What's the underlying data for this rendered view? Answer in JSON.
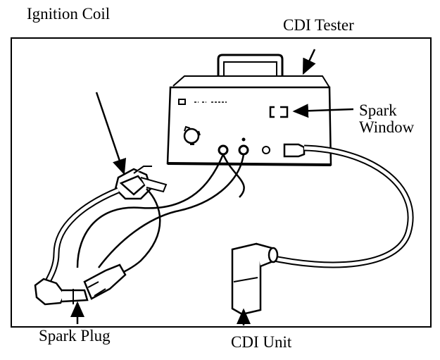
{
  "labels": {
    "ignition_coil": "Ignition Coil",
    "cdi_tester": "CDI Tester",
    "spark_window_line1": "Spark",
    "spark_window_line2": "Window",
    "spark_plug": "Spark Plug",
    "cdi_unit": "CDI Unit"
  },
  "colors": {
    "ink": "#000000",
    "background": "#ffffff"
  }
}
